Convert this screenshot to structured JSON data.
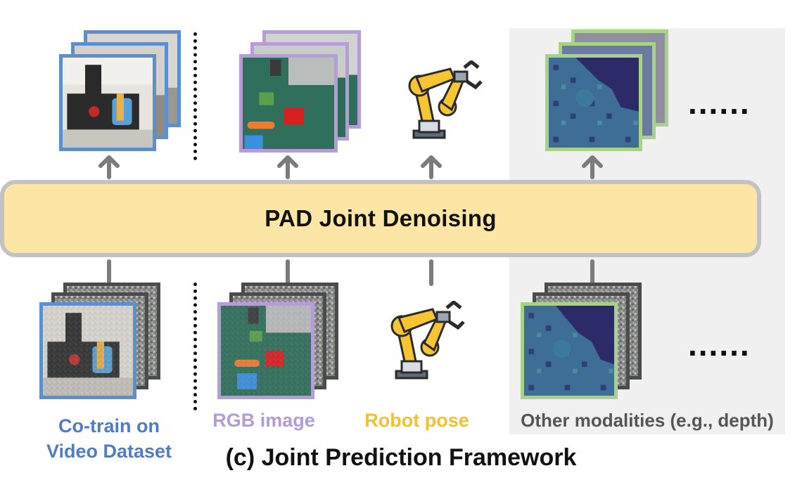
{
  "diagram": {
    "bar_title": "PAD  Joint Denoising",
    "labels": {
      "video": "Co-train on\nVideo Dataset",
      "rgb": "RGB image",
      "robot": "Robot pose",
      "other": "Other modalities (e.g., depth)"
    },
    "ellipsis": "......",
    "caption": "(c) Joint Prediction Framework",
    "colors": {
      "video_label": "#4f7cc3",
      "rgb_label": "#b39ad8",
      "robot_label": "#f2c030",
      "other_label": "#555555",
      "bar_fill": "#fbe6a6",
      "bar_border": "#c2c2c2"
    }
  }
}
